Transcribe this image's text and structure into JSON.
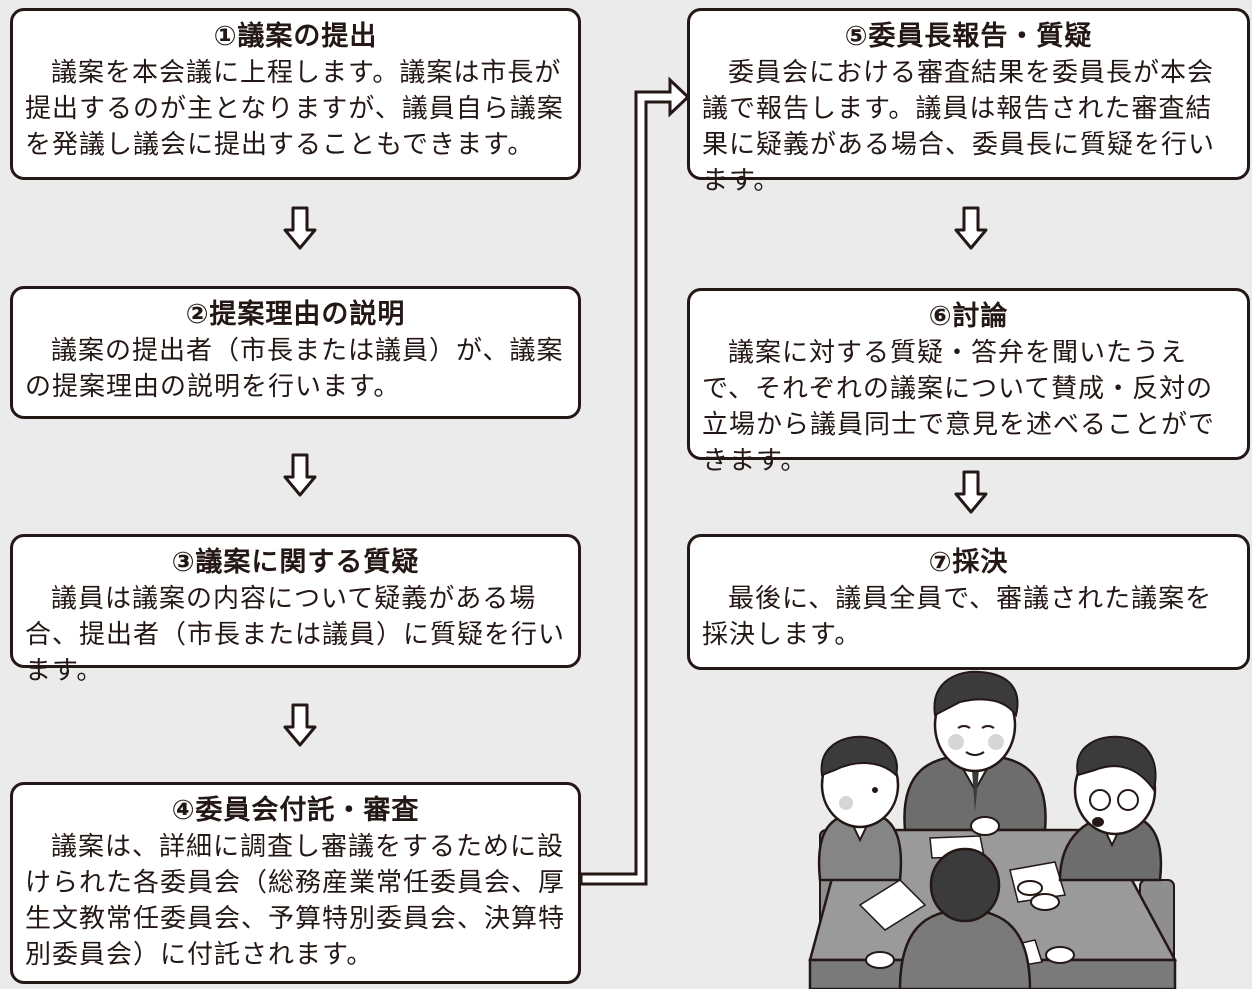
{
  "steps": [
    {
      "title": "①議案の提出",
      "body": "議案を本会議に上程します。議案は市長が提出するのが主となりますが、議員自ら議案を発議し議会に提出することもできます。"
    },
    {
      "title": "②提案理由の説明",
      "body": "議案の提出者（市長または議員）が、議案の提案理由の説明を行います。"
    },
    {
      "title": "③議案に関する質疑",
      "body": "議員は議案の内容について疑義がある場合、提出者（市長または議員）に質疑を行います。"
    },
    {
      "title": "④委員会付託・審査",
      "body": "議案は、詳細に調査し審議をするために設けられた各委員会（総務産業常任委員会、厚生文教常任委員会、予算特別委員会、決算特別委員会）に付託されます。"
    },
    {
      "title": "⑤委員長報告・質疑",
      "body": "委員会における審査結果を委員長が本会議で報告します。議員は報告された審査結果に疑義がある場合、委員長に質疑を行います。"
    },
    {
      "title": "⑥討論",
      "body": "議案に対する質疑・答弁を聞いたうえで、それぞれの議案について賛成・反対の立場から議員同士で意見を述べることができます。"
    },
    {
      "title": "⑦採決",
      "body": "最後に、議員全員で、審議された議案を採決します。"
    }
  ]
}
